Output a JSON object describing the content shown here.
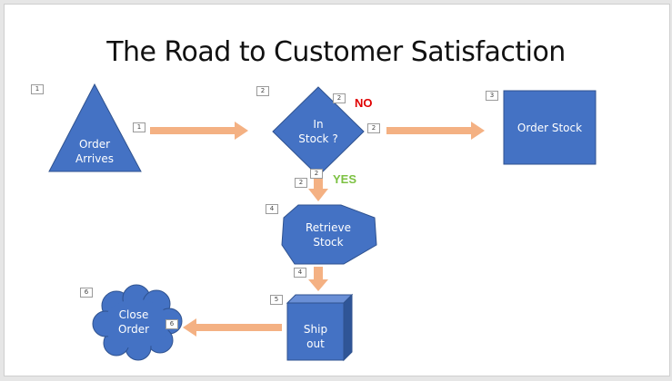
{
  "title": "The Road to Customer Satisfaction",
  "colors": {
    "shape": "#4472c4",
    "shape_border": "#2f528f",
    "arrow": "#f4b183",
    "no": "#e00000",
    "yes": "#7cc142",
    "background": "#ffffff"
  },
  "nodes": {
    "order_arrives": {
      "shape": "triangle",
      "line1": "Order",
      "line2": "Arrives"
    },
    "in_stock": {
      "shape": "diamond",
      "line1": "In",
      "line2": "Stock ?"
    },
    "order_stock": {
      "shape": "rectangle",
      "line1": "Order Stock"
    },
    "retrieve_stock": {
      "shape": "octagon",
      "line1": "Retrieve",
      "line2": "Stock"
    },
    "ship_out": {
      "shape": "cube",
      "line1": "Ship",
      "line2": "out"
    },
    "close_order": {
      "shape": "cloud",
      "line1": "Close",
      "line2": "Order"
    }
  },
  "decision": {
    "no_label": "NO",
    "yes_label": "YES"
  },
  "badges": {
    "order_arrives": "1",
    "arrow_order_to_stock": "1",
    "in_stock_left": "2",
    "in_stock_top": "2",
    "in_stock_right": "2",
    "in_stock_bottom": "2",
    "arrow_stock_to_retrieve": "2",
    "order_stock": "3",
    "retrieve_stock": "4",
    "arrow_retrieve_to_ship": "4",
    "ship_out": "5",
    "close_order": "6",
    "arrow_ship_to_close": "6"
  }
}
